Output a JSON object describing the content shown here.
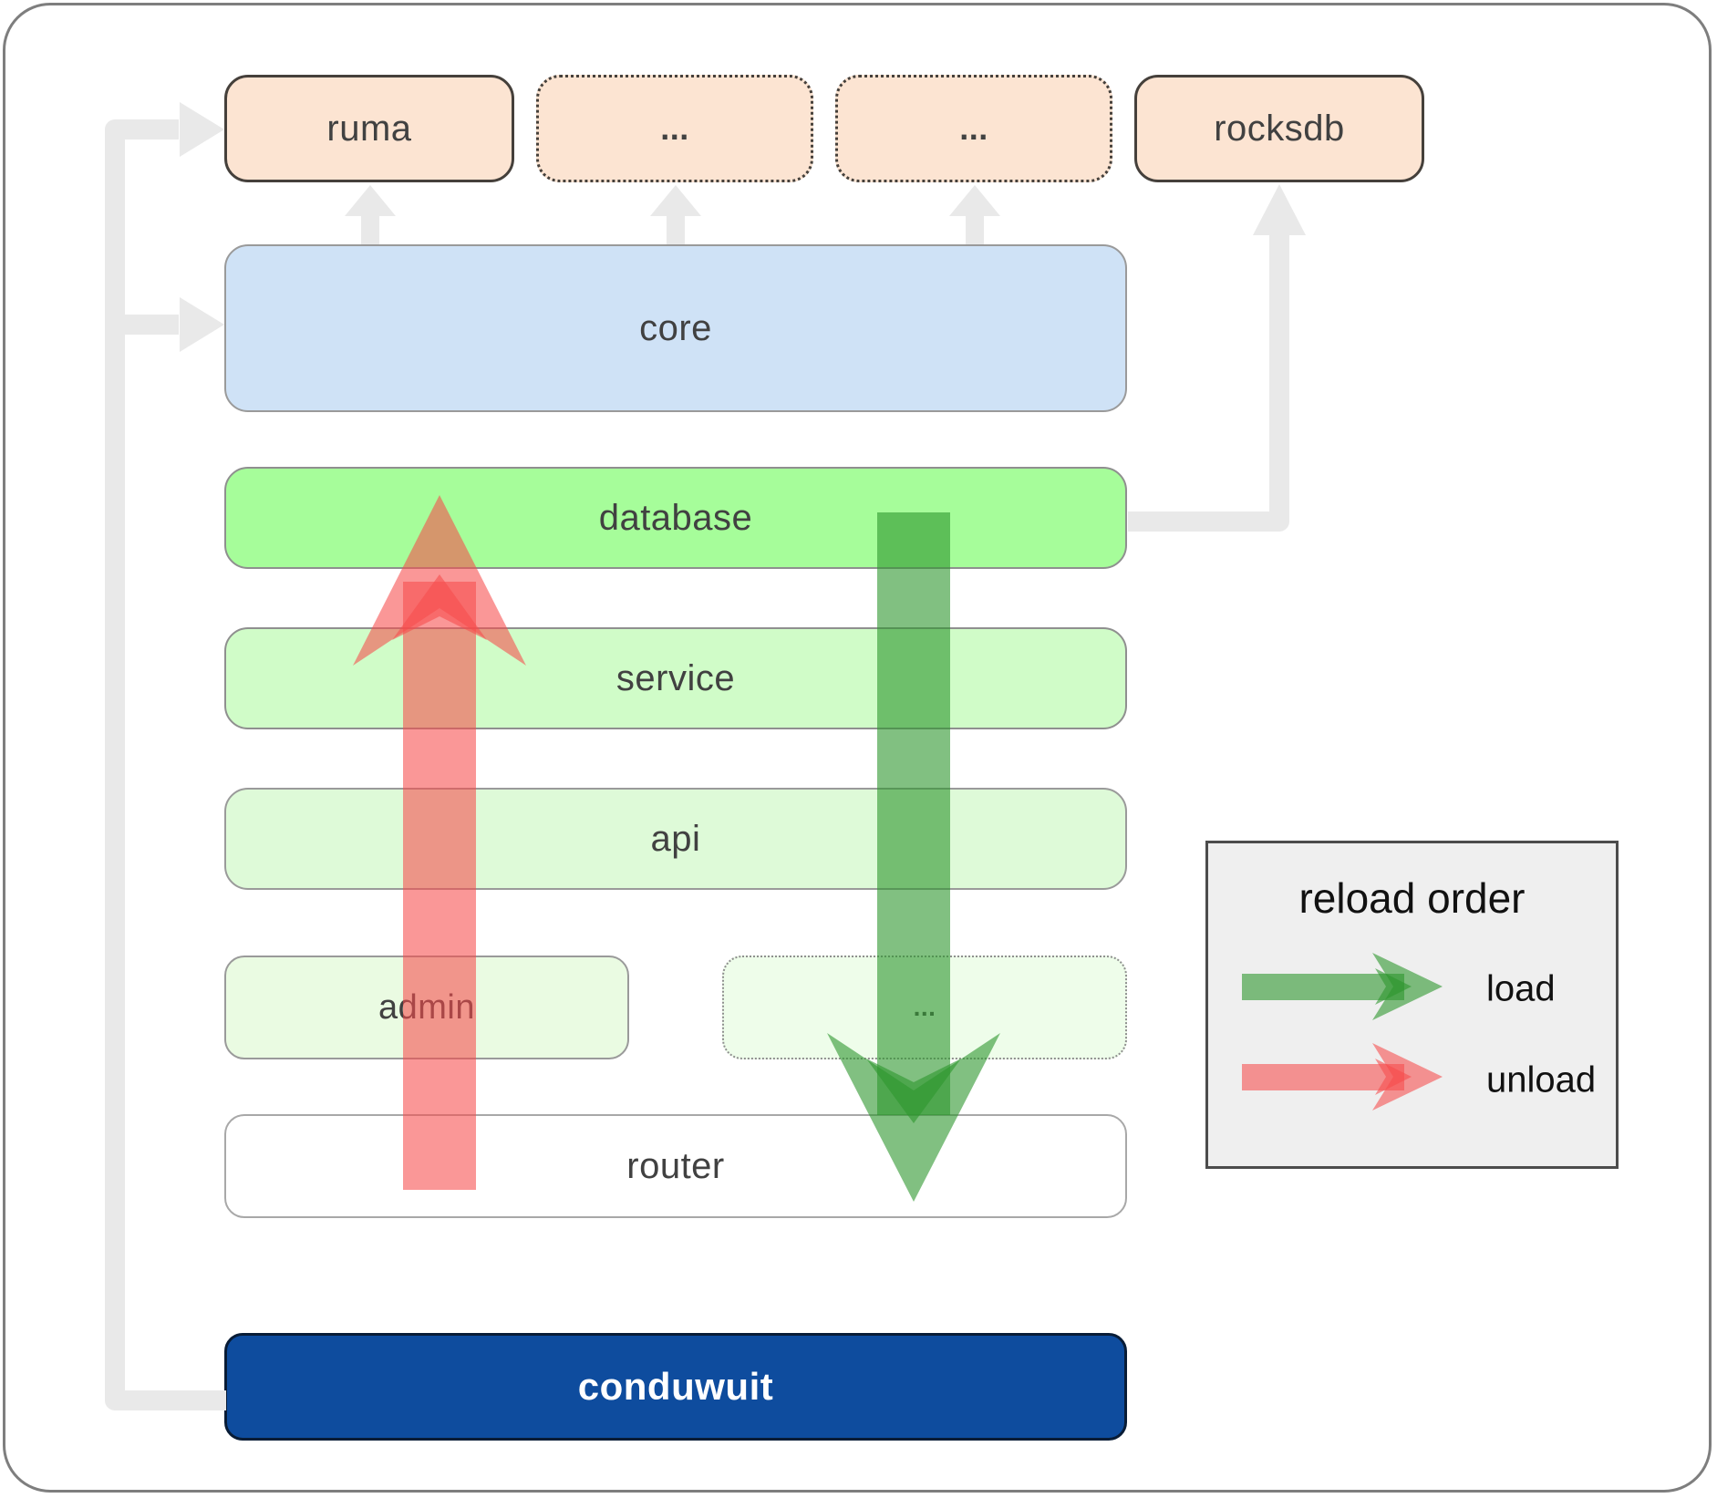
{
  "diagram": {
    "title_hint": "conduwuit crate architecture / reload order diagram",
    "boxes": {
      "ruma": {
        "label": "ruma"
      },
      "ellipsis_top_1": {
        "label": "..."
      },
      "ellipsis_top_2": {
        "label": "..."
      },
      "rocksdb": {
        "label": "rocksdb"
      },
      "core": {
        "label": "core"
      },
      "database": {
        "label": "database"
      },
      "service": {
        "label": "service"
      },
      "api": {
        "label": "api"
      },
      "admin": {
        "label": "admin"
      },
      "ellipsis_mid": {
        "label": "..."
      },
      "router": {
        "label": "router"
      },
      "conduwuit": {
        "label": "conduwuit"
      }
    },
    "legend": {
      "title": "reload order",
      "items": [
        {
          "label": "load",
          "arrow": "green-right-arrow"
        },
        {
          "label": "unload",
          "arrow": "red-right-arrow"
        }
      ]
    },
    "icons": [
      "gray-up-arrow-core-to-ruma",
      "gray-up-arrow-core-to-ellipsis-1",
      "gray-up-arrow-core-to-ellipsis-2",
      "gray-elbow-arrow-database-to-rocksdb",
      "gray-elbow-arrow-conduwuit-to-ruma",
      "gray-branch-arrow-to-core",
      "red-up-arrow-unload",
      "green-down-arrow-load"
    ]
  },
  "colors": {
    "frame-border": "#7e7e7e",
    "box-peach": "#fce4d2",
    "box-peach-border": "#45403b",
    "box-core": "#cfe2f6",
    "box-database": "#a6fd9a",
    "box-service": "#d0fcc8",
    "box-api": "#defad8",
    "box-admin": "#eafbe2",
    "box-ellipsis": "#eefdea",
    "box-router": "#ffffff",
    "box-conduwuit": "#0e4c9e",
    "border-gray": "#8f8f8f",
    "label-dark": "#414141",
    "text-on-dark": "#ffffff",
    "connector-gray": "#e9e9e9",
    "arrow-load": "#2d962d",
    "arrow-unload": "#f64c4c",
    "legend-bg": "#efefef",
    "legend-border": "#4c4c4c"
  }
}
